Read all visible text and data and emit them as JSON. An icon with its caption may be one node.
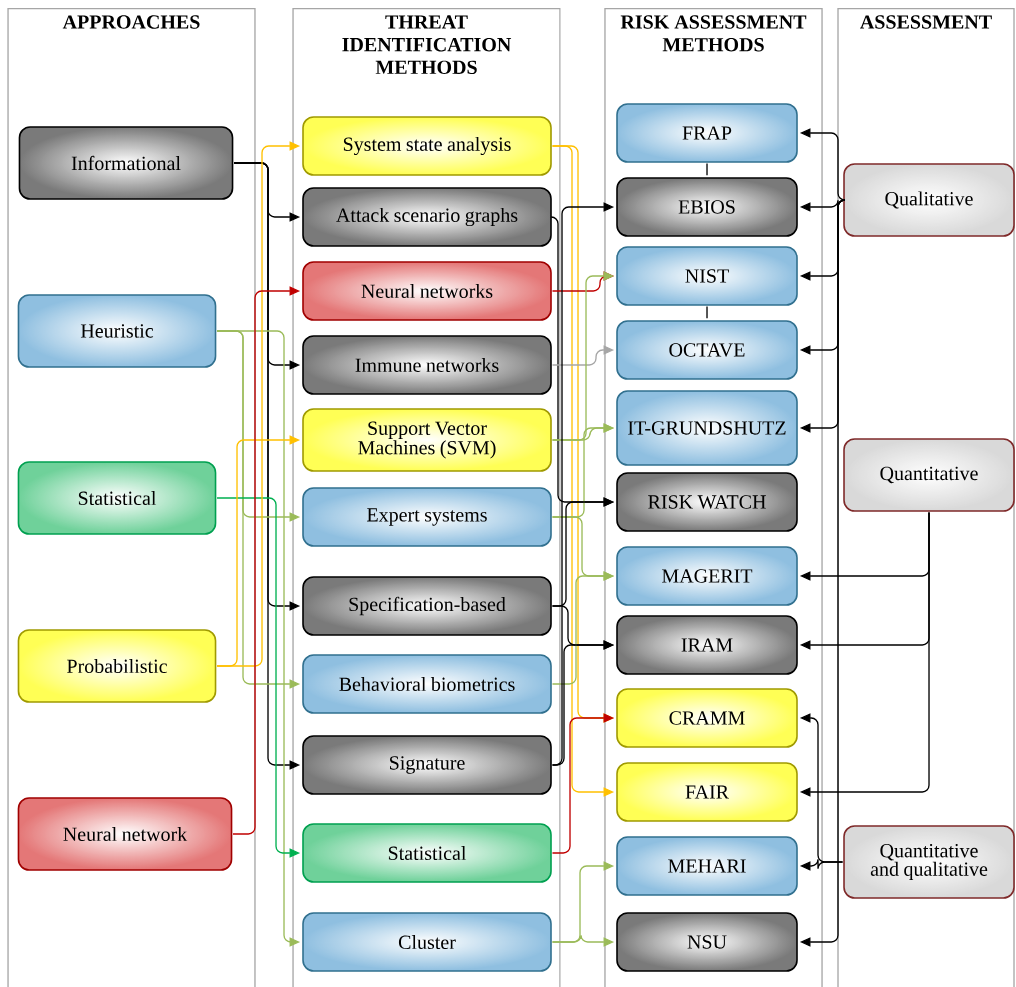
{
  "diagram": {
    "nodes": [
      {
        "text": [
          "APPROACHES"
        ]
      },
      {
        "text": [
          "THREAT IDENTIFICATION METHODS"
        ]
      },
      {
        "text": [
          "RISK ASSESSMENT METHODS"
        ]
      },
      {
        "text": [
          "ASSESSMENT"
        ]
      },
      {
        "text": [
          "Informational"
        ],
        "in": 0
      },
      {
        "text": [
          "Heuristic"
        ],
        "in": 0
      },
      {
        "text": [
          "Statistical"
        ],
        "in": 0
      },
      {
        "text": [
          "Probabilistic"
        ],
        "in": 0
      },
      {
        "text": [
          "Neural network"
        ],
        "in": 0
      },
      {
        "text": [
          "System state analysis"
        ],
        "in": 1
      },
      {
        "text": [
          "Attack scenario graphs"
        ],
        "in": 1
      },
      {
        "text": [
          "Neural networks"
        ],
        "in": 1
      },
      {
        "text": [
          "Immune networks"
        ],
        "in": 1
      },
      {
        "text": [
          "Support Vector Machines (SVM)"
        ],
        "in": 1
      },
      {
        "text": [
          "Expert systems"
        ],
        "in": 1
      },
      {
        "text": [
          "Specification-based"
        ],
        "in": 1
      },
      {
        "text": [
          "Behavioral biometrics"
        ],
        "in": 1
      },
      {
        "text": [
          "Signature"
        ],
        "in": 1
      },
      {
        "text": [
          "Statistical"
        ],
        "in": 1
      },
      {
        "text": [
          "Cluster"
        ],
        "in": 1
      },
      {
        "text": [
          "FRAP"
        ],
        "in": 2
      },
      {
        "text": [
          "EBIOS"
        ],
        "in": 2
      },
      {
        "text": [
          "NIST"
        ],
        "in": 2
      },
      {
        "text": [
          "OCTAVE"
        ],
        "in": 2
      },
      {
        "text": [
          "IT-GRUNDSHUTZ"
        ],
        "in": 2
      },
      {
        "text": [
          "RISK WATCH"
        ],
        "in": 2
      },
      {
        "text": [
          "MAGERIT"
        ],
        "in": 2
      },
      {
        "text": [
          "IRAM"
        ],
        "in": 2
      },
      {
        "text": [
          "CRAMM"
        ],
        "in": 2
      },
      {
        "text": [
          "FAIR"
        ],
        "in": 2
      },
      {
        "text": [
          "MEHARI"
        ],
        "in": 2
      },
      {
        "text": [
          "NSU"
        ],
        "in": 2
      },
      {
        "text": [
          "Qualitative"
        ],
        "in": 3
      },
      {
        "text": [
          "Quantitative"
        ],
        "in": 3
      },
      {
        "text": [
          "Quantitative and qualitative"
        ],
        "in": 3
      }
    ],
    "edges": [
      {
        "from": 4,
        "to": 10,
        "arrow": "to"
      },
      {
        "from": 4,
        "to": 12,
        "arrow": "to"
      },
      {
        "from": 4,
        "to": 15,
        "arrow": "to"
      },
      {
        "from": 4,
        "to": 17,
        "arrow": "to"
      },
      {
        "from": 5,
        "to": 14,
        "arrow": "to",
        "color": "#9bbb59"
      },
      {
        "from": 5,
        "to": 16,
        "arrow": "to",
        "color": "#9bbb59"
      },
      {
        "from": 5,
        "to": 19,
        "arrow": "to",
        "color": "#9bbb59"
      },
      {
        "from": 6,
        "to": 18,
        "arrow": "to",
        "color": "#00b050"
      },
      {
        "from": 7,
        "to": 9,
        "arrow": "to",
        "color": "#ffc000"
      },
      {
        "from": 7,
        "to": 13,
        "arrow": "to",
        "color": "#ffc000"
      },
      {
        "from": 8,
        "to": 11,
        "arrow": "to",
        "color": "#c00000"
      },
      {
        "from": 9,
        "to": 28,
        "arrow": "to",
        "color": "#ffc000"
      },
      {
        "from": 9,
        "to": 29,
        "arrow": "to",
        "color": "#ffc000"
      },
      {
        "from": 10,
        "to": 25,
        "arrow": "to"
      },
      {
        "from": 11,
        "to": 22,
        "arrow": "to",
        "color": "#c00000"
      },
      {
        "from": 12,
        "to": 23,
        "arrow": "to",
        "color": "#a6a6a6"
      },
      {
        "from": 13,
        "to": 22,
        "arrow": "to",
        "color": "#9bbb59"
      },
      {
        "from": 13,
        "to": 24,
        "arrow": "to",
        "color": "#9bbb59"
      },
      {
        "from": 14,
        "to": 24,
        "arrow": "to",
        "color": "#9bbb59"
      },
      {
        "from": 14,
        "to": 26,
        "arrow": "to",
        "color": "#9bbb59"
      },
      {
        "from": 15,
        "to": 25,
        "arrow": "to"
      },
      {
        "from": 15,
        "to": 27,
        "arrow": "to"
      },
      {
        "from": 16,
        "to": 26,
        "arrow": "to",
        "color": "#9bbb59"
      },
      {
        "from": 17,
        "to": 21,
        "arrow": "to"
      },
      {
        "from": 17,
        "to": 27,
        "arrow": "to"
      },
      {
        "from": 18,
        "to": 28,
        "arrow": "to",
        "color": "#c00000"
      },
      {
        "from": 19,
        "to": 30,
        "arrow": "to",
        "color": "#9bbb59"
      },
      {
        "from": 19,
        "to": 31,
        "arrow": "to",
        "color": "#9bbb59"
      },
      {
        "from": 20,
        "to": 21,
        "arrow": "none"
      },
      {
        "from": 22,
        "to": 23,
        "arrow": "none"
      },
      {
        "from": 32,
        "to": 20,
        "arrow": "to"
      },
      {
        "from": 32,
        "to": 21,
        "arrow": "to"
      },
      {
        "from": 32,
        "to": 22,
        "arrow": "to"
      },
      {
        "from": 32,
        "to": 23,
        "arrow": "to"
      },
      {
        "from": 32,
        "to": 24,
        "arrow": "to"
      },
      {
        "from": 32,
        "to": 31,
        "arrow": "to"
      },
      {
        "from": 33,
        "to": 26,
        "arrow": "to"
      },
      {
        "from": 33,
        "to": 27,
        "arrow": "to"
      },
      {
        "from": 33,
        "to": 29,
        "arrow": "to"
      },
      {
        "from": 34,
        "to": 28,
        "arrow": "to"
      },
      {
        "from": 34,
        "to": 30,
        "arrow": "to"
      }
    ]
  }
}
